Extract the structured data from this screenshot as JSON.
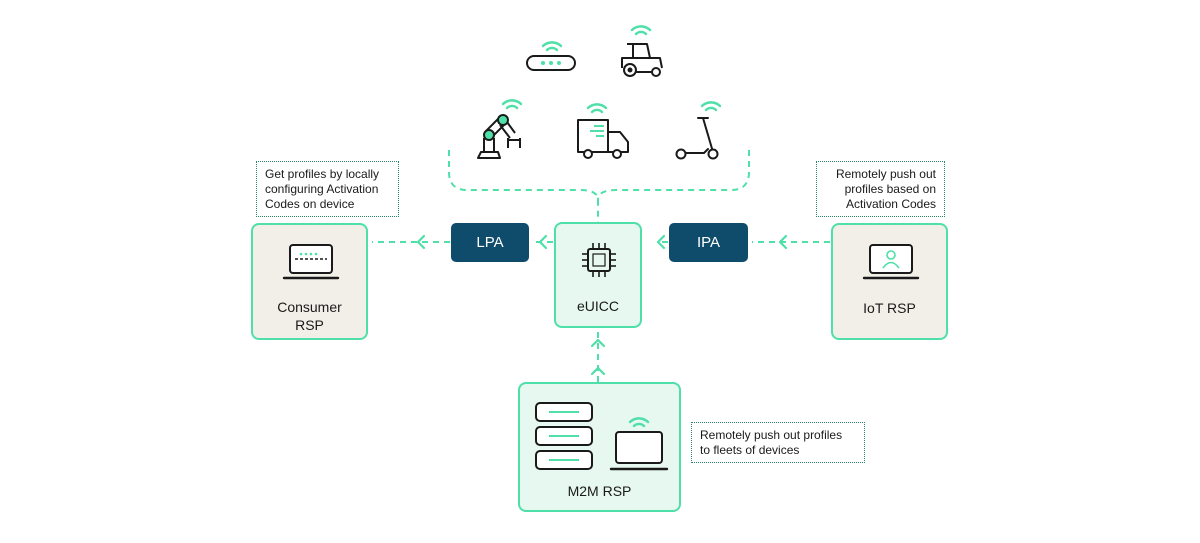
{
  "diagram": {
    "nodes": {
      "euicc": "eUICC",
      "consumer_rsp_line1": "Consumer",
      "consumer_rsp_line2": "RSP",
      "iot_rsp": "IoT RSP",
      "m2m_rsp": "M2M RSP",
      "lpa": "LPA",
      "ipa": "IPA"
    },
    "notes": {
      "consumer": [
        "Get profiles by locally",
        "configuring Activation",
        "Codes on device"
      ],
      "iot": [
        "Remotely push out",
        "profiles based on",
        "Activation Codes"
      ],
      "m2m": [
        "Remotely push out profiles",
        "to fleets of devices"
      ]
    },
    "devices": [
      "router-icon",
      "tractor-icon",
      "robot-arm-icon",
      "truck-icon",
      "scooter-icon"
    ],
    "colors": {
      "accent": "#4ee0a8",
      "pill": "#0f4b6b",
      "beige": "#f2efe8",
      "mint": "#e6f8f0"
    }
  }
}
